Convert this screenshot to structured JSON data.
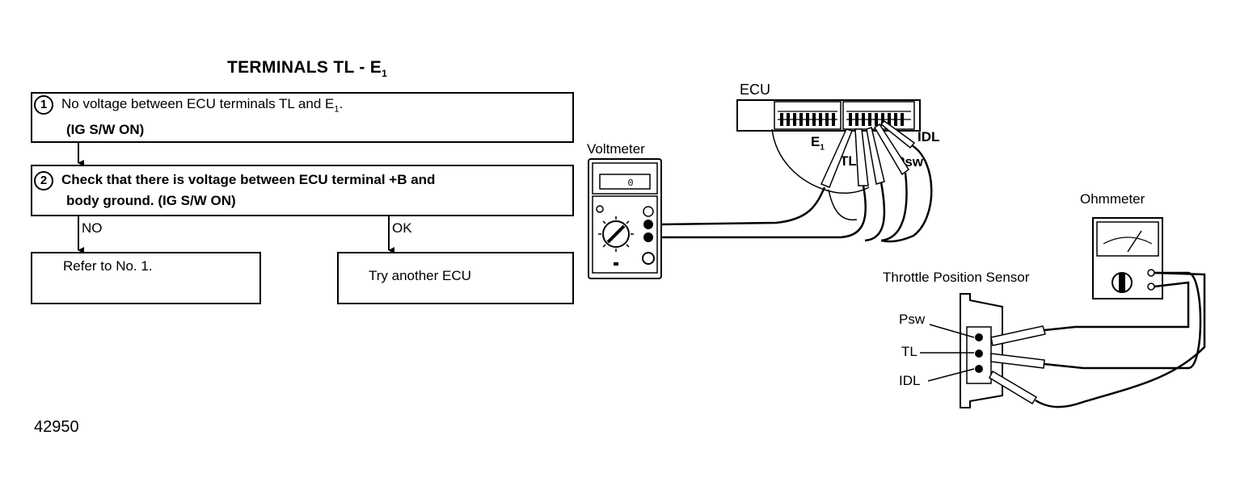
{
  "title": {
    "main": "TERMINALS TL - E",
    "subscript": "1"
  },
  "step1": {
    "number": "1",
    "line1": "No voltage between ECU terminals TL and E",
    "line1_sub": "1",
    "line1_end": ".",
    "line2": "(IG S/W ON)"
  },
  "step2": {
    "number": "2",
    "line1": "Check that there is voltage between ECU terminal +B and",
    "line2": "body ground. (IG S/W ON)"
  },
  "branches": {
    "no_label": "NO",
    "ok_label": "OK",
    "no_result": "Refer to No. 1.",
    "ok_result": "Try another ECU"
  },
  "illustration": {
    "ecu_label": "ECU",
    "voltmeter_label": "Voltmeter",
    "ohmmeter_label": "Ohmmeter",
    "tps_label": "Throttle Position Sensor",
    "ecu_terminals": {
      "e1": "E",
      "e1_sub": "1",
      "tl": "TL",
      "psw": "Psw",
      "idl": "IDL"
    },
    "tps_terminals": {
      "psw": "Psw",
      "tl": "TL",
      "idl": "IDL"
    }
  },
  "figure_id": "42950"
}
